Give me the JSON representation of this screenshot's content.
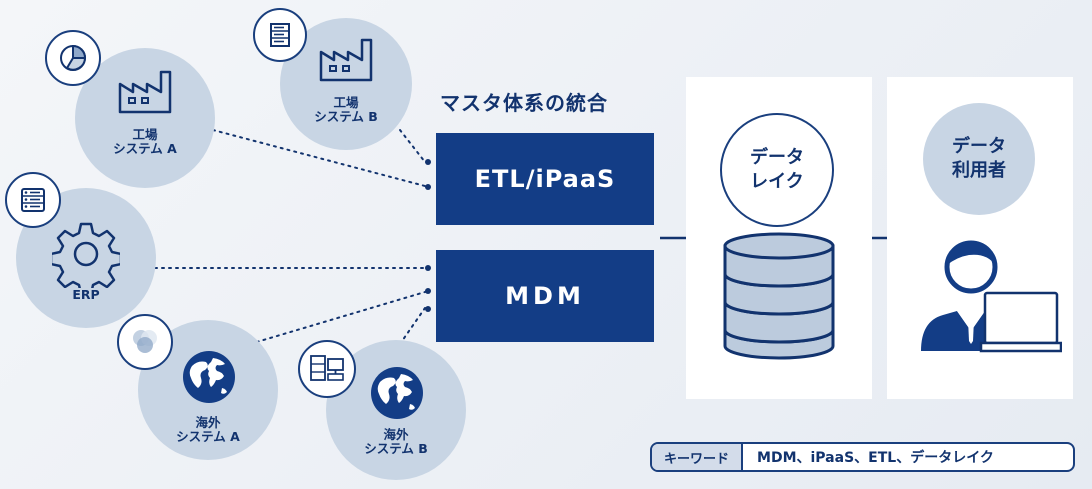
{
  "title": "マスタ体系の統合",
  "sources": {
    "factory_a": {
      "line1": "工場",
      "line2": "システム A"
    },
    "factory_b": {
      "line1": "工場",
      "line2": "システム B"
    },
    "erp": {
      "line1": "ERP"
    },
    "overseas_a": {
      "line1": "海外",
      "line2": "システム A"
    },
    "overseas_b": {
      "line1": "海外",
      "line2": "システム B"
    }
  },
  "boxes": {
    "etl": "ETL/iPaaS",
    "mdm": "MDM"
  },
  "data_lake": {
    "line1": "データ",
    "line2": "レイク"
  },
  "data_user": {
    "line1": "データ",
    "line2": "利用者"
  },
  "keyword": {
    "label": "キーワード",
    "value": "MDM、iPaaS、ETL、データレイク"
  },
  "colors": {
    "navy": "#133d86",
    "light_circle": "#c8d5e4",
    "panel": "#ffffff",
    "storage": "#bccbdd"
  },
  "icons": [
    "pie-chart-icon",
    "factory-icon",
    "server-doc-icon",
    "gear-icon",
    "venn-icon",
    "globe-icon",
    "server-pc-icon",
    "database-icon",
    "person-laptop-icon",
    "arrow-right-icon"
  ]
}
